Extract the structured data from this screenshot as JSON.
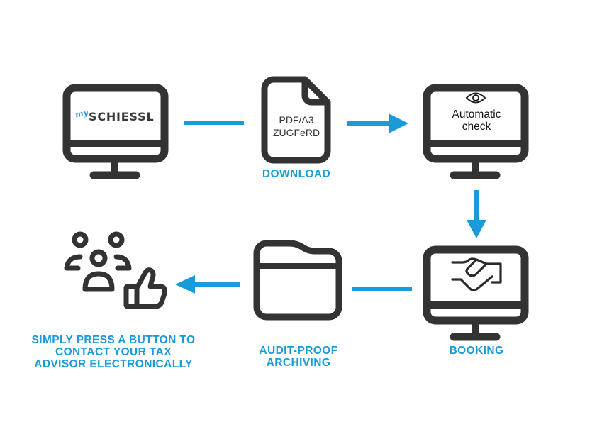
{
  "colors": {
    "accent": "#1a9ad9",
    "icon_stroke": "#333333",
    "background": "#ffffff"
  },
  "steps": [
    {
      "id": "myschiessl",
      "icon": "monitor-icon",
      "screen_logo": {
        "prefix": "my",
        "name": "SCHIESSL"
      },
      "label": ""
    },
    {
      "id": "download",
      "icon": "document-icon",
      "doc_lines": [
        "PDF/A3",
        "ZUGFeRD"
      ],
      "label": "DOWNLOAD"
    },
    {
      "id": "automatic-check",
      "icon": "monitor-icon",
      "screen_icon": "eye-icon",
      "screen_lines": [
        "Automatic",
        "check"
      ],
      "label": ""
    },
    {
      "id": "booking",
      "icon": "monitor-icon",
      "screen_icon": "handshake-icon",
      "label": "BOOKING"
    },
    {
      "id": "archiving",
      "icon": "folder-icon",
      "label_lines": [
        "AUDIT-PROOF",
        "ARCHIVING"
      ]
    },
    {
      "id": "tax-advisor",
      "icon": "people-thumbs-up-icon",
      "label_lines": [
        "SIMPLY PRESS A BUTTON TO",
        "CONTACT YOUR TAX",
        "ADVISOR ELECTRONICALLY"
      ]
    }
  ],
  "connectors": [
    {
      "from": "myschiessl",
      "to": "download",
      "style": "line"
    },
    {
      "from": "download",
      "to": "automatic-check",
      "style": "arrow-right"
    },
    {
      "from": "automatic-check",
      "to": "booking",
      "style": "arrow-down"
    },
    {
      "from": "booking",
      "to": "archiving",
      "style": "line"
    },
    {
      "from": "archiving",
      "to": "tax-advisor",
      "style": "arrow-left"
    }
  ]
}
